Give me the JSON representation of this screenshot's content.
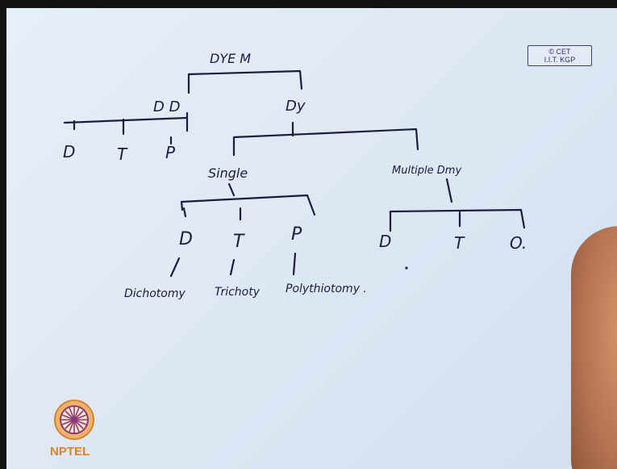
{
  "badge": {
    "line1": "© CET",
    "line2": "I.I.T. KGP"
  },
  "logo": {
    "text": "NPTEL"
  },
  "diagram": {
    "root": "DYE M",
    "left_branch": "D D",
    "left_children": [
      "D",
      "T",
      "P"
    ],
    "right_branch": "Dy",
    "single": "Single",
    "multiple": "Multiple Dmy",
    "single_children": [
      "D",
      "T",
      "P"
    ],
    "multiple_children": [
      "D",
      "T",
      "O."
    ],
    "terms": [
      "Dichotomy",
      "Trichoty",
      "Polythiotomy ."
    ]
  }
}
